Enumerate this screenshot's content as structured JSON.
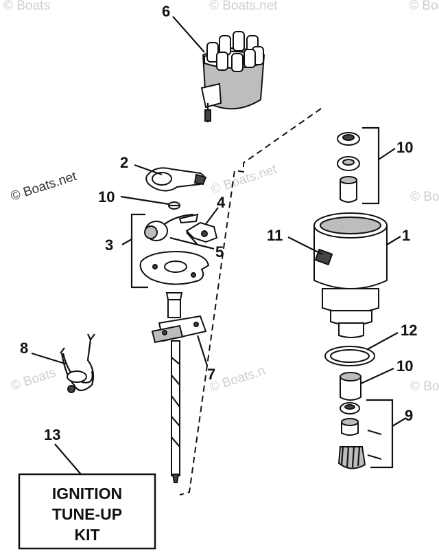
{
  "watermarks": {
    "main": "© Boats.net",
    "partial": [
      "© Boats",
      "© Boats.net",
      "© Boats",
      "© Boats.net",
      "© Boats.n",
      "© Boats",
      "© Boat"
    ]
  },
  "callouts": {
    "c1": "1",
    "c2": "2",
    "c3": "3",
    "c4": "4",
    "c5": "5",
    "c6": "6",
    "c7": "7",
    "c8": "8",
    "c9": "9",
    "c10a": "10",
    "c10b": "10",
    "c10c": "10",
    "c11": "11",
    "c12": "12",
    "c13": "13"
  },
  "kit_box": {
    "line1": "IGNITION",
    "line2": "TUNE-UP",
    "line3": "KIT"
  }
}
